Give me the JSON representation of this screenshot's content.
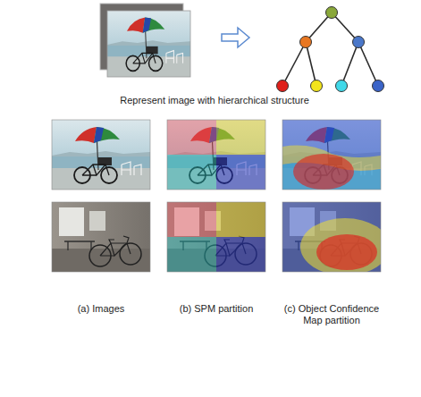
{
  "diagram": {
    "labels": [
      "Represent image with hierarchical structure",
      "(a) Images",
      "(b) SPM partition",
      "(c) Object Confidence Map partition"
    ]
  }
}
